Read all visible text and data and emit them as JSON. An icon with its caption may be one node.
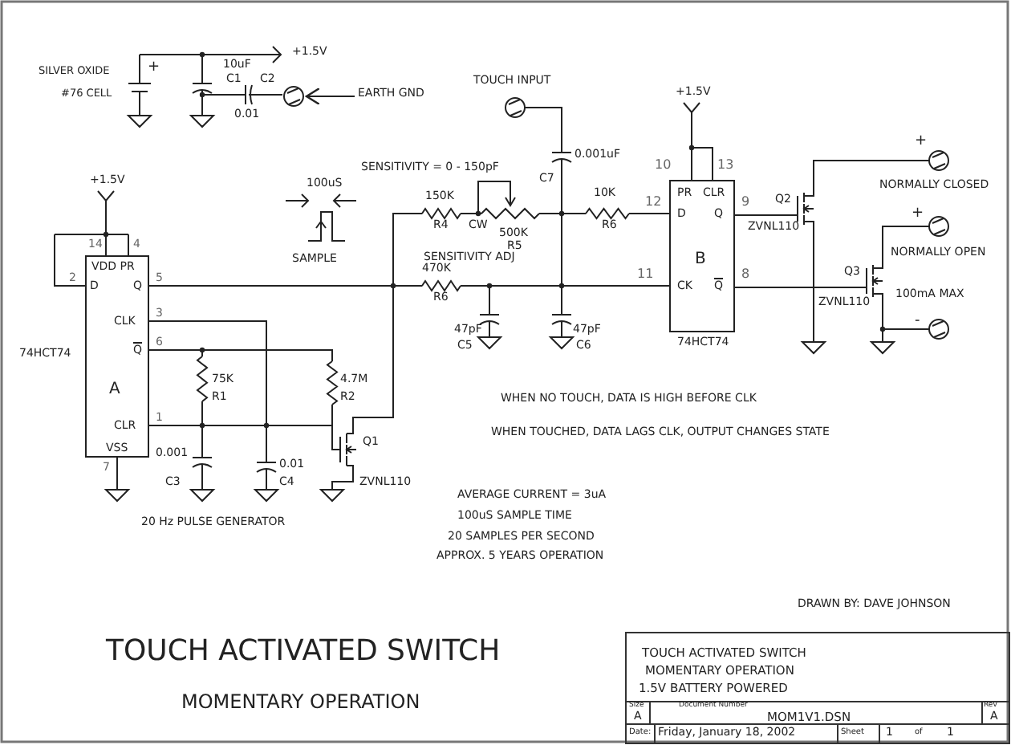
{
  "diagram": {
    "title": "TOUCH ACTIVATED SWITCH",
    "nodes": [
      {
        "text": [],
        "shape": "circle"
      },
      {
        "text": [
          "EARTH GND"
        ]
      },
      {
        "text": [
          "PR",
          "CLR",
          "D",
          "Q",
          "B",
          "CK",
          "Q"
        ],
        "beside": [
          "74HCT74",
          "10",
          "13",
          "12",
          "9",
          "11",
          "8"
        ]
      },
      {
        "text": [
          "VDD PR",
          "D",
          "Q",
          "CLK",
          "Q",
          "A",
          "CLR",
          "VSS"
        ],
        "beside": [
          "74HCT74",
          "14",
          "4",
          "2",
          "5",
          "3",
          "6",
          "1",
          "7"
        ]
      }
    ],
    "edges": [
      {
        "from": 1,
        "to": 0,
        "arrow": "to"
      }
    ],
    "labels": [
      "+1.5V",
      "SILVER OXIDE",
      "+",
      "10uF",
      "C1",
      "C2",
      "TOUCH INPUT",
      "#76 CELL",
      "+1.5V",
      "0.01",
      "+",
      "SENSITIVITY = 0 - 150pF",
      "0.001uF",
      "+1.5V",
      "100uS",
      "C7",
      "NORMALLY CLOSED",
      "150K",
      "10K",
      "Q2",
      "+",
      "R4",
      "CW",
      "500K",
      "R6",
      "ZVNL110",
      "R5",
      "SAMPLE",
      "SENSITIVITY ADJ",
      "NORMALLY OPEN",
      "470K",
      "Q3",
      "R6",
      "ZVNL110",
      "100mA MAX",
      "-",
      "47pF",
      "47pF",
      "C5",
      "C6",
      "75K",
      "4.7M",
      "R1",
      "R2",
      "WHEN NO TOUCH, DATA IS HIGH BEFORE CLK",
      "Q1",
      "WHEN TOUCHED, DATA LAGS CLK, OUTPUT CHANGES STATE",
      "0.001",
      "0.01",
      "C3",
      "C4",
      "ZVNL110",
      "AVERAGE CURRENT = 3uA",
      "20 Hz PULSE GENERATOR",
      "100uS SAMPLE TIME",
      "20 SAMPLES PER SECOND",
      "APPROX. 5 YEARS OPERATION",
      "DRAWN BY: DAVE JOHNSON",
      "TOUCH ACTIVATED SWITCH",
      "MOMENTARY OPERATION",
      "MOMENTARY OPERATION",
      "1.5V BATTERY POWERED",
      "Size",
      "Document Number",
      "Rev",
      "A",
      "MOM1V1.DSN",
      "A",
      "Date:",
      "Friday, January 18, 2002",
      "Sheet",
      "1",
      "of",
      "1"
    ]
  }
}
